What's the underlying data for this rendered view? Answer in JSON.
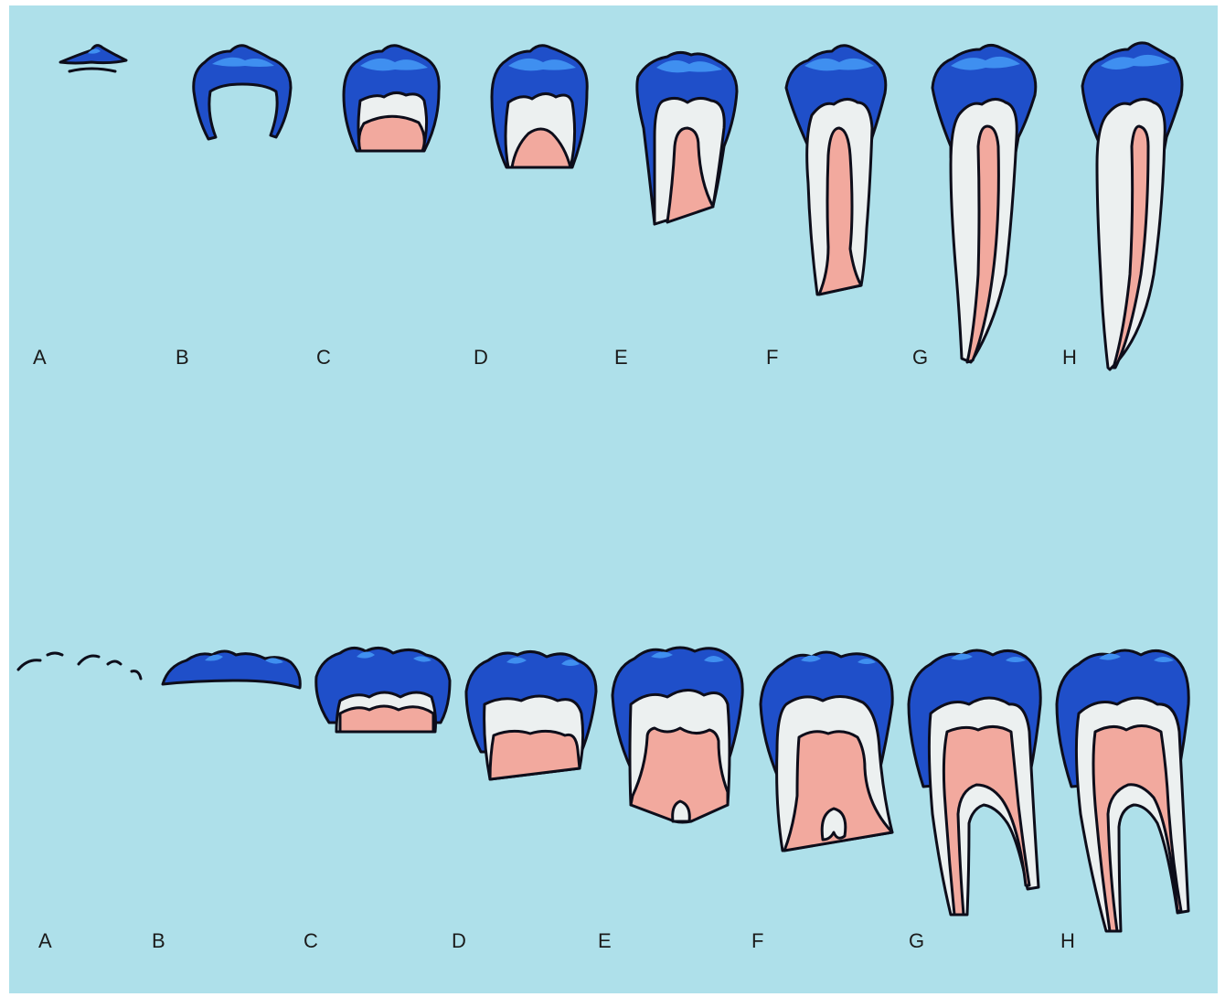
{
  "figure": {
    "colors": {
      "background": "#aee0ea",
      "frame": "#ffffff",
      "enamel": "#1f4fc9",
      "enamel_light": "#3f8ff0",
      "dentin": "#ecf0f0",
      "pulp": "#f2a99e",
      "outline": "#0d0d1a"
    },
    "top_row": {
      "subject": "single-rooted tooth",
      "stages": [
        {
          "label": "A"
        },
        {
          "label": "B"
        },
        {
          "label": "C"
        },
        {
          "label": "D"
        },
        {
          "label": "E"
        },
        {
          "label": "F"
        },
        {
          "label": "G"
        },
        {
          "label": "H"
        }
      ]
    },
    "bottom_row": {
      "subject": "two-rooted molar",
      "stages": [
        {
          "label": "A"
        },
        {
          "label": "B"
        },
        {
          "label": "C"
        },
        {
          "label": "D"
        },
        {
          "label": "E"
        },
        {
          "label": "F"
        },
        {
          "label": "G"
        },
        {
          "label": "H"
        }
      ]
    }
  }
}
